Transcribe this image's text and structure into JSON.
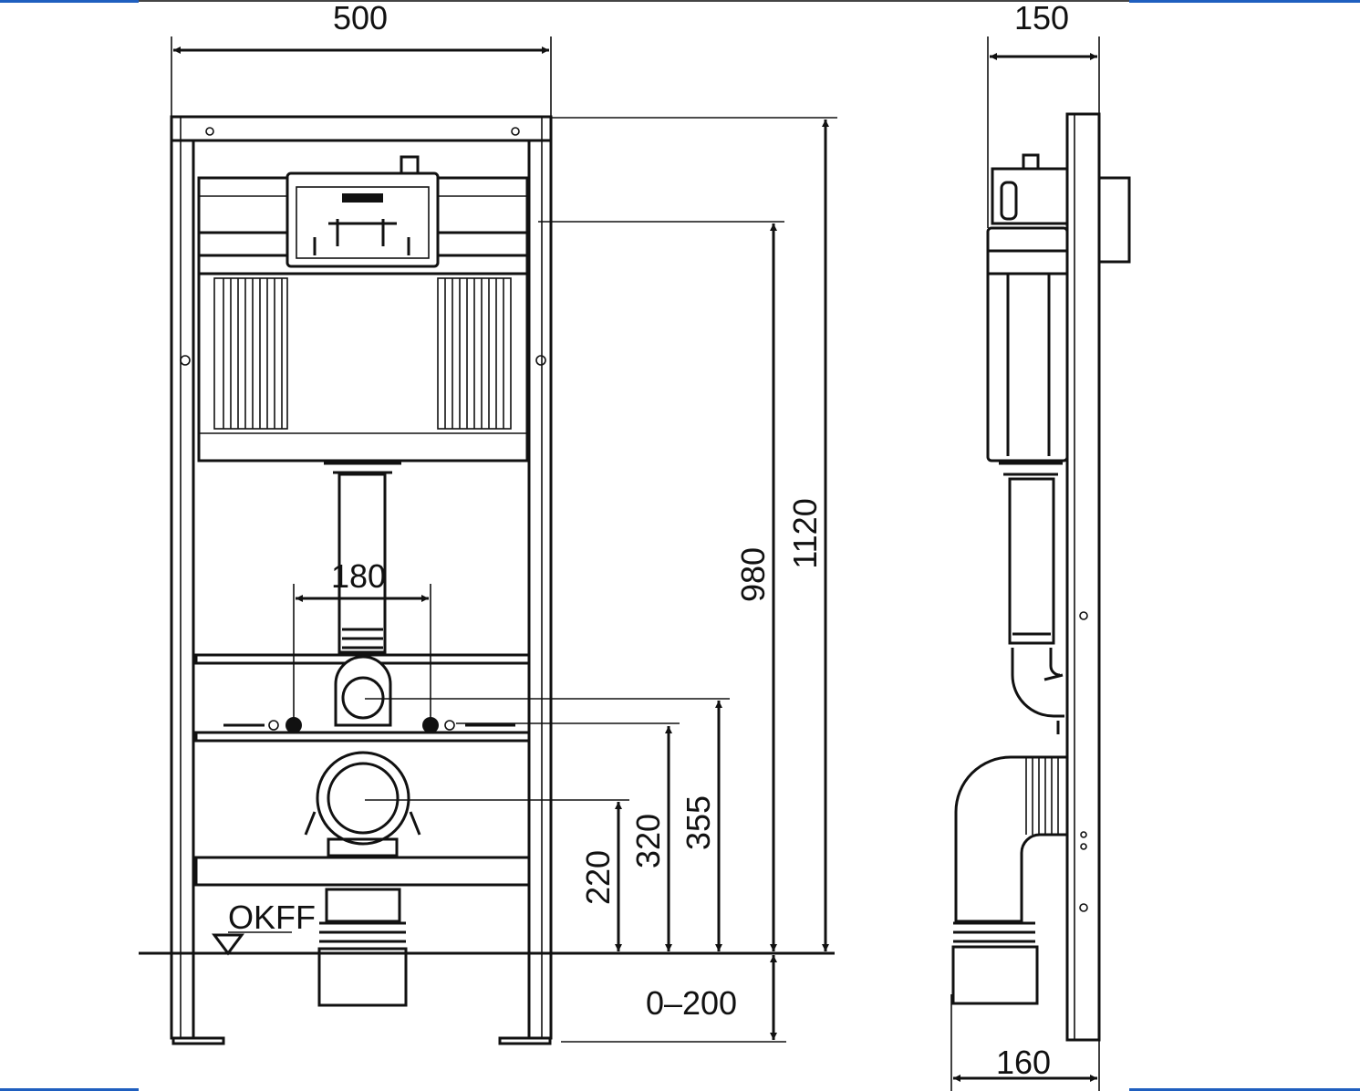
{
  "drawing": {
    "front_view": {
      "width_label": "500",
      "height_total_label": "1120",
      "height_actuator_label": "980",
      "bolt_spacing_label": "180",
      "supply_height_label": "355",
      "bolt_height_label": "320",
      "drain_height_label": "220",
      "foot_adjust_label": "0–200",
      "floor_marker_label": "OKFF"
    },
    "side_view": {
      "depth_label": "150",
      "outlet_depth_label": "160"
    },
    "colors": {
      "accent_line": "#1f5fbf",
      "ink": "#111111"
    }
  }
}
